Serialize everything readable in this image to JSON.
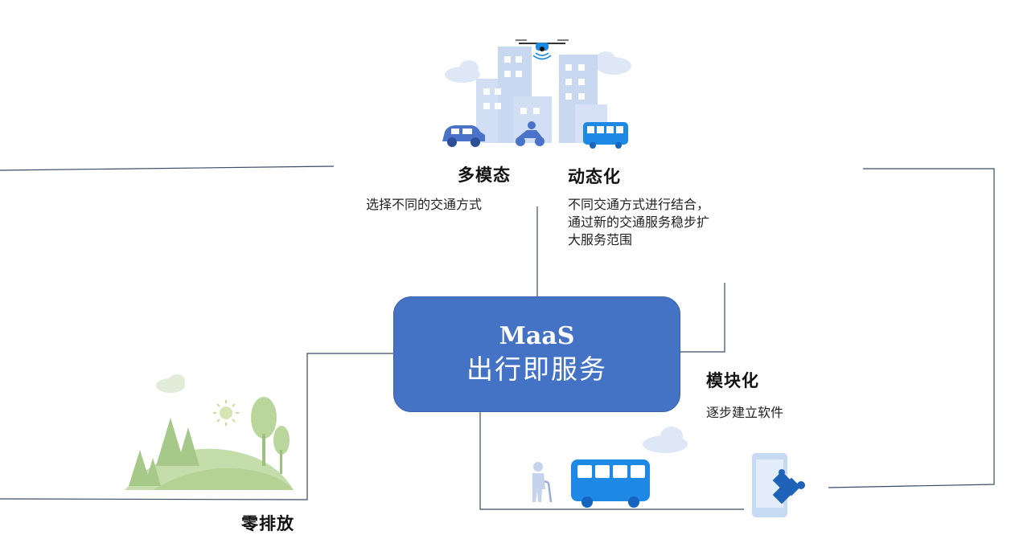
{
  "center": {
    "line1": "MaaS",
    "line2": "出行即服务"
  },
  "nodes": {
    "multimodal": {
      "title": "多模态",
      "desc": [
        "选择不同的交通方式"
      ]
    },
    "dynamic": {
      "title": "动态化",
      "desc": [
        "不同交通方式进行结合，",
        "通过新的交通服务稳步扩",
        "大服务范围"
      ]
    },
    "modular": {
      "title": "模块化",
      "desc": [
        "逐步建立软件"
      ]
    },
    "zero_emission": {
      "title": "零排放"
    }
  },
  "colors": {
    "center_fill": "#4472c4",
    "connector": "#3b4a66",
    "building": "#cfdcf3",
    "vehicle_blue": "#1e88e5",
    "car_blue": "#4a72c9",
    "tree_green": "#a8d08d",
    "puzzle_blue": "#1f63b8"
  },
  "icons": [
    "city-buildings-icon",
    "drone-icon",
    "car-icon",
    "scooter-icon",
    "bus-icon",
    "elderly-person-icon",
    "phone-icon",
    "puzzle-icon",
    "cloud-icon",
    "sun-icon",
    "trees-icon"
  ]
}
